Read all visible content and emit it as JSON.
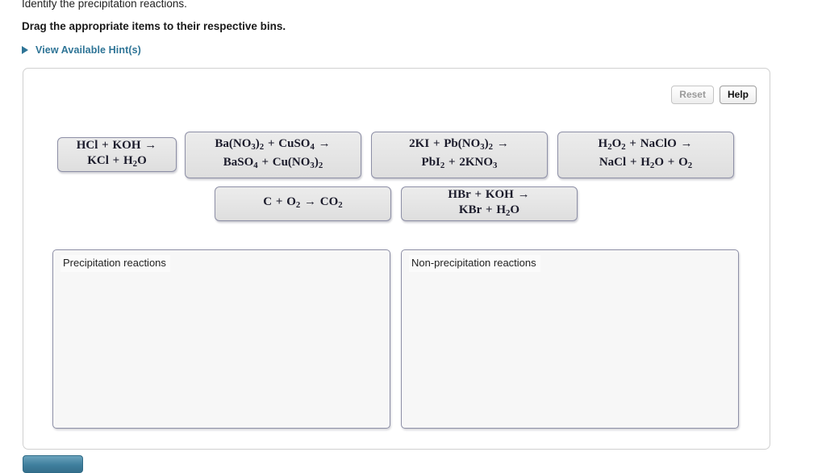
{
  "header": {
    "prompt": "Identify the precipitation reactions.",
    "instruction": "Drag the appropriate items to their respective bins.",
    "hint_label": "View Available Hint(s)",
    "hint_icon": "triangle-right-icon"
  },
  "toolbar": {
    "reset_label": "Reset",
    "help_label": "Help"
  },
  "tiles": [
    {
      "id": "tile-0",
      "text": "HCl + KOH → KCl + H2O",
      "lines": [
        [
          {
            "t": "HCl"
          },
          {
            "t": " + ",
            "op": true
          },
          {
            "t": "KOH"
          },
          {
            "t": " → ",
            "op": true
          }
        ],
        [
          {
            "t": "KCl"
          },
          {
            "t": " + ",
            "op": true
          },
          {
            "t": "H"
          },
          {
            "t": "2",
            "sub": true
          },
          {
            "t": "O"
          }
        ]
      ]
    },
    {
      "id": "tile-1",
      "text": "Ba(NO3)2 + CuSO4 → BaSO4 + Cu(NO3)2",
      "lines": [
        [
          {
            "t": "Ba(NO"
          },
          {
            "t": "3",
            "sub": true
          },
          {
            "t": ")"
          },
          {
            "t": "2",
            "sub": true
          },
          {
            "t": " + ",
            "op": true
          },
          {
            "t": "CuSO"
          },
          {
            "t": "4",
            "sub": true
          },
          {
            "t": " → ",
            "op": true
          }
        ],
        [
          {
            "t": "BaSO"
          },
          {
            "t": "4",
            "sub": true
          },
          {
            "t": " + ",
            "op": true
          },
          {
            "t": "Cu(NO"
          },
          {
            "t": "3",
            "sub": true
          },
          {
            "t": ")"
          },
          {
            "t": "2",
            "sub": true
          }
        ]
      ]
    },
    {
      "id": "tile-2",
      "text": "2KI + Pb(NO3)2 → PbI2 + 2KNO3",
      "lines": [
        [
          {
            "t": "2KI"
          },
          {
            "t": " + ",
            "op": true
          },
          {
            "t": "Pb(NO"
          },
          {
            "t": "3",
            "sub": true
          },
          {
            "t": ")"
          },
          {
            "t": "2",
            "sub": true
          },
          {
            "t": " → ",
            "op": true
          }
        ],
        [
          {
            "t": "PbI"
          },
          {
            "t": "2",
            "sub": true
          },
          {
            "t": " + ",
            "op": true
          },
          {
            "t": "2KNO"
          },
          {
            "t": "3",
            "sub": true
          }
        ]
      ]
    },
    {
      "id": "tile-3",
      "text": "H2O2 + NaClO → NaCl + H2O + O2",
      "lines": [
        [
          {
            "t": "H"
          },
          {
            "t": "2",
            "sub": true
          },
          {
            "t": "O"
          },
          {
            "t": "2",
            "sub": true
          },
          {
            "t": " + ",
            "op": true
          },
          {
            "t": "NaClO"
          },
          {
            "t": " → ",
            "op": true
          }
        ],
        [
          {
            "t": "NaCl"
          },
          {
            "t": " + ",
            "op": true
          },
          {
            "t": "H"
          },
          {
            "t": "2",
            "sub": true
          },
          {
            "t": "O"
          },
          {
            "t": " + ",
            "op": true
          },
          {
            "t": "O"
          },
          {
            "t": "2",
            "sub": true
          }
        ]
      ]
    },
    {
      "id": "tile-4",
      "text": "C + O2 → CO2",
      "lines": [
        [
          {
            "t": "C"
          },
          {
            "t": " + ",
            "op": true
          },
          {
            "t": "O"
          },
          {
            "t": "2",
            "sub": true
          },
          {
            "t": " → ",
            "op": true
          },
          {
            "t": "CO"
          },
          {
            "t": "2",
            "sub": true
          }
        ]
      ]
    },
    {
      "id": "tile-5",
      "text": "HBr + KOH → KBr + H2O",
      "lines": [
        [
          {
            "t": "HBr"
          },
          {
            "t": " + ",
            "op": true
          },
          {
            "t": "KOH"
          },
          {
            "t": " → ",
            "op": true
          }
        ],
        [
          {
            "t": "KBr"
          },
          {
            "t": " + ",
            "op": true
          },
          {
            "t": "H"
          },
          {
            "t": "2",
            "sub": true
          },
          {
            "t": "O"
          }
        ]
      ]
    }
  ],
  "bins": [
    {
      "id": "bin-0",
      "label": "Precipitation reactions",
      "items": []
    },
    {
      "id": "bin-1",
      "label": "Non-precipitation reactions",
      "items": []
    }
  ],
  "submit": {
    "label": "",
    "color": "#3f7f9d"
  },
  "colors": {
    "accent": "#2e7496",
    "tile_border": "#8d8fa6",
    "tile_fill": "#e6e6e6",
    "bin_fill": "#f7f7f7",
    "panel_border": "#d0d0d0"
  }
}
